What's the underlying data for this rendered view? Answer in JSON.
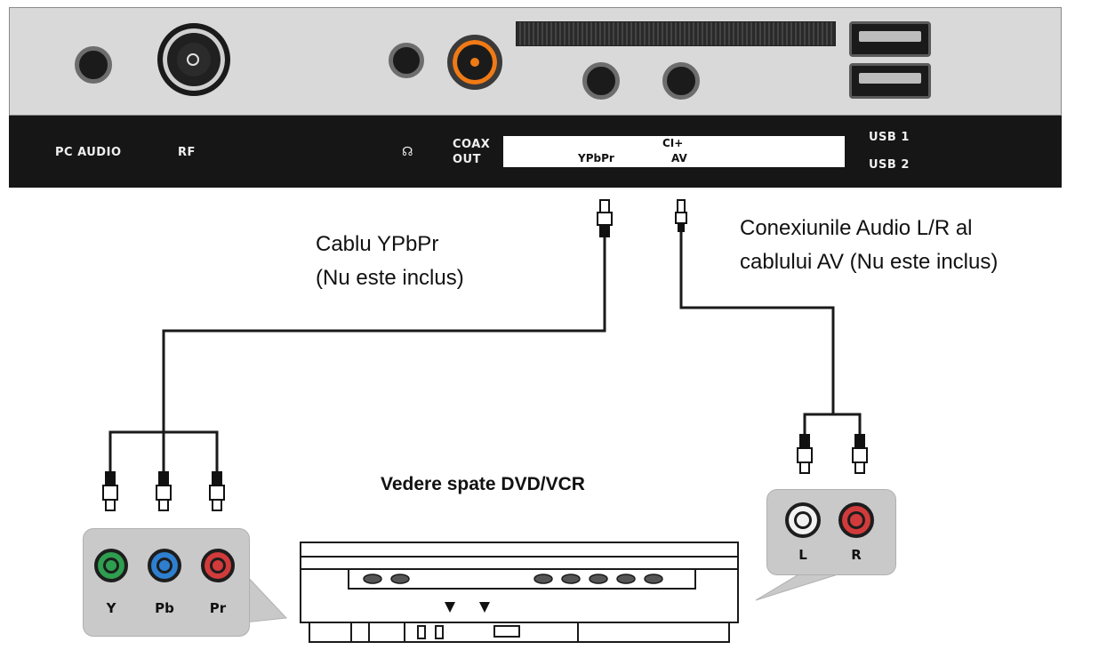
{
  "tv_panel": {
    "labels": {
      "pc_audio": "PC AUDIO",
      "rf": "RF",
      "headphone_symbol": "☊",
      "coax_out": "COAX\nOUT",
      "ci_plus": "CI+",
      "ypbpr": "YPbPr",
      "av": "AV",
      "usb1": "USB 1",
      "usb2": "USB 2"
    }
  },
  "captions": {
    "ypbpr_cable": "Cablu YPbPr\n(Nu este inclus)",
    "av_audio": "Conexiunile Audio L/R al\ncablului AV (Nu este inclus)"
  },
  "dvd": {
    "title": "Vedere spate DVD/VCR"
  },
  "component_jacks": [
    {
      "label": "Y",
      "color": "#2e9e4f"
    },
    {
      "label": "Pb",
      "color": "#2f7fd0"
    },
    {
      "label": "Pr",
      "color": "#d23b3b"
    }
  ],
  "audio_jacks": [
    {
      "label": "L",
      "color": "#f2f2f2"
    },
    {
      "label": "R",
      "color": "#d23b3b"
    }
  ],
  "colors": {
    "panel_gray": "#d9d9d9",
    "strip_black": "#161616",
    "coax_orange": "#f07a16"
  }
}
